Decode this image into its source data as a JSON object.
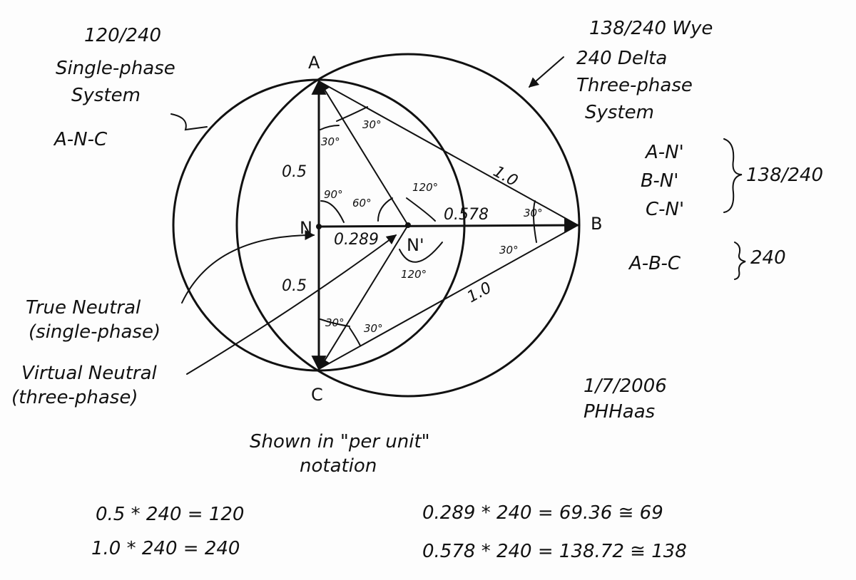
{
  "single_phase_note": {
    "line1": "120/240",
    "line2": "Single-phase",
    "line3": "System",
    "line4": "A-N-C"
  },
  "three_phase_note": {
    "line1": "138/240 Wye",
    "line2": "240 Delta",
    "line3": "Three-phase",
    "line4": "System"
  },
  "right_notes": {
    "an": "A-N'",
    "bn": "B-N'",
    "cn": "C-N'",
    "wye_voltage": "138/240",
    "abc": "A-B-C",
    "delta_voltage": "240"
  },
  "points": {
    "a": "A",
    "b": "B",
    "c": "C",
    "n": "N",
    "n_prime": "N'"
  },
  "segments": {
    "an_top": "0.5",
    "nc_bottom": "0.5",
    "ab": "1.0",
    "cb": "1.0",
    "nn_prime": "0.289",
    "n_prime_b": "0.578"
  },
  "angles": {
    "a_left": "30°",
    "a_right": "30°",
    "n_90": "90°",
    "n_60": "60°",
    "n_prime_120_top": "120°",
    "b_top": "30°",
    "b_bottom": "30°",
    "n_prime_120_bottom": "120°",
    "c_left": "30°",
    "c_right": "30°"
  },
  "callouts": {
    "true_neutral_1": "True Neutral",
    "true_neutral_2": "(single-phase)",
    "virtual_neutral_1": "Virtual Neutral",
    "virtual_neutral_2": "(three-phase)"
  },
  "signature": {
    "date": "1/7/2006",
    "name": "PHHaas"
  },
  "caption": {
    "line1": "Shown in \"per unit\"",
    "line2": "notation"
  },
  "equations": [
    "0.5 * 240 = 120",
    "1.0 * 240 = 240",
    "0.289 * 240 = 69.36 ≅ 69",
    "0.578 * 240 = 138.72 ≅ 138"
  ]
}
